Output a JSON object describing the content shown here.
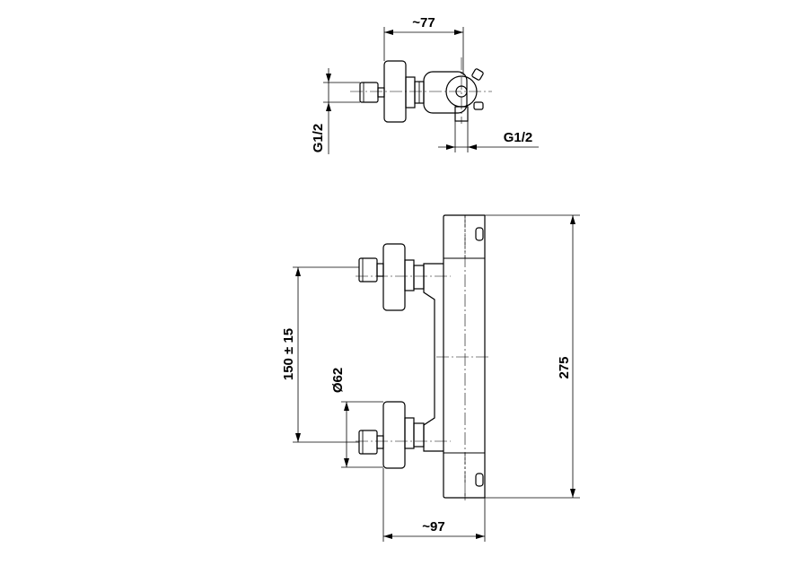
{
  "drawing": {
    "top_view": {
      "width_label": "~77",
      "outlet_thread_label": "G1/2",
      "inlet_thread_label": "G1/2"
    },
    "front_view": {
      "inlet_spacing_label": "150 ± 15",
      "flange_diameter_label": "Ø62",
      "height_label": "275",
      "depth_label": "~97"
    }
  }
}
